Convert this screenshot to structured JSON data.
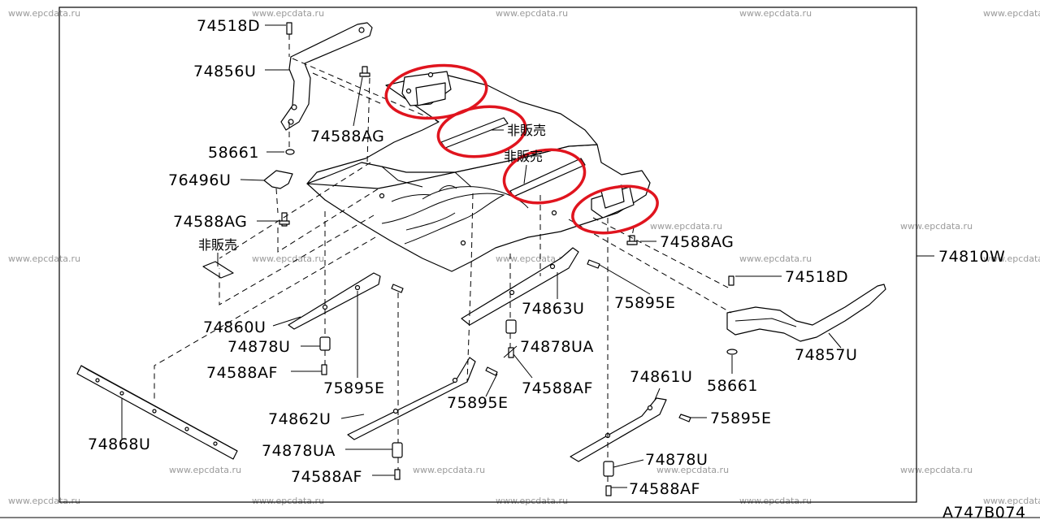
{
  "watermark": "www.epcdata.ru",
  "diagram_code": "A747B074",
  "callouts": {
    "c74518D_top": "74518D",
    "c74856U": "74856U",
    "c74588AG_top": "74588AG",
    "c58661_left": "58661",
    "c76496U": "76496U",
    "c74588AG_left": "74588AG",
    "c74588AG_right": "74588AG",
    "c74810W": "74810W",
    "c74518D_right": "74518D",
    "c74857U": "74857U",
    "c58661_right": "58661",
    "c74860U": "74860U",
    "c74878U_left": "74878U",
    "c74588AF_left": "74588AF",
    "c75895E_a": "75895E",
    "c74863U": "74863U",
    "c75895E_b": "75895E",
    "c74878UA_mid": "74878UA",
    "c74588AF_mid": "74588AF",
    "c75895E_c": "75895E",
    "c74862U": "74862U",
    "c74878UA_bot": "74878UA",
    "c74588AF_bot": "74588AF",
    "c74868U": "74868U",
    "c74861U": "74861U",
    "c75895E_d": "75895E",
    "c74878U_right": "74878U",
    "c74588AF_right": "74588AF"
  },
  "notes": {
    "not_for_sale_1": "非販売",
    "not_for_sale_2": "非販売",
    "not_for_sale_3": "非販売"
  },
  "colors": {
    "highlight": "#e0141e",
    "line": "#000000",
    "watermark": "#9a9a9a"
  }
}
